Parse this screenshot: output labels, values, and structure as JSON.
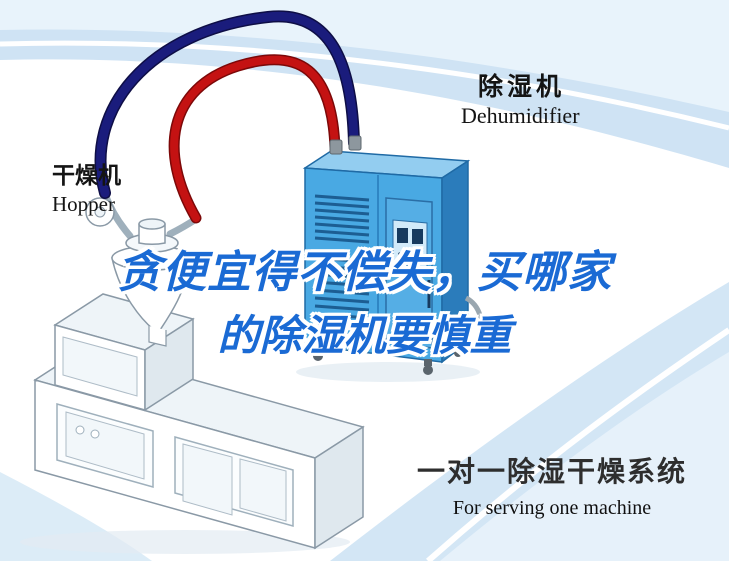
{
  "labels": {
    "dryer_cn": "干燥机",
    "dryer_en": "Hopper",
    "dehumidifier_cn": "除湿机",
    "dehumidifier_en": "Dehumidifier"
  },
  "headline": {
    "line1": "贪便宜得不偿失，买哪家",
    "line2": "的除湿机要慎重"
  },
  "caption": {
    "cn": "一对一除湿干燥系统",
    "en": "For serving one machine"
  },
  "colors": {
    "headline_blue": "#1a6ad4",
    "pipe_red": "#c41212",
    "pipe_navy": "#1a1c7c",
    "dehumidifier_front": "#49a9e3",
    "dehumidifier_side": "#2b7cbb",
    "dehumidifier_top": "#93cdf0",
    "background_band": "#cfe3f4"
  }
}
